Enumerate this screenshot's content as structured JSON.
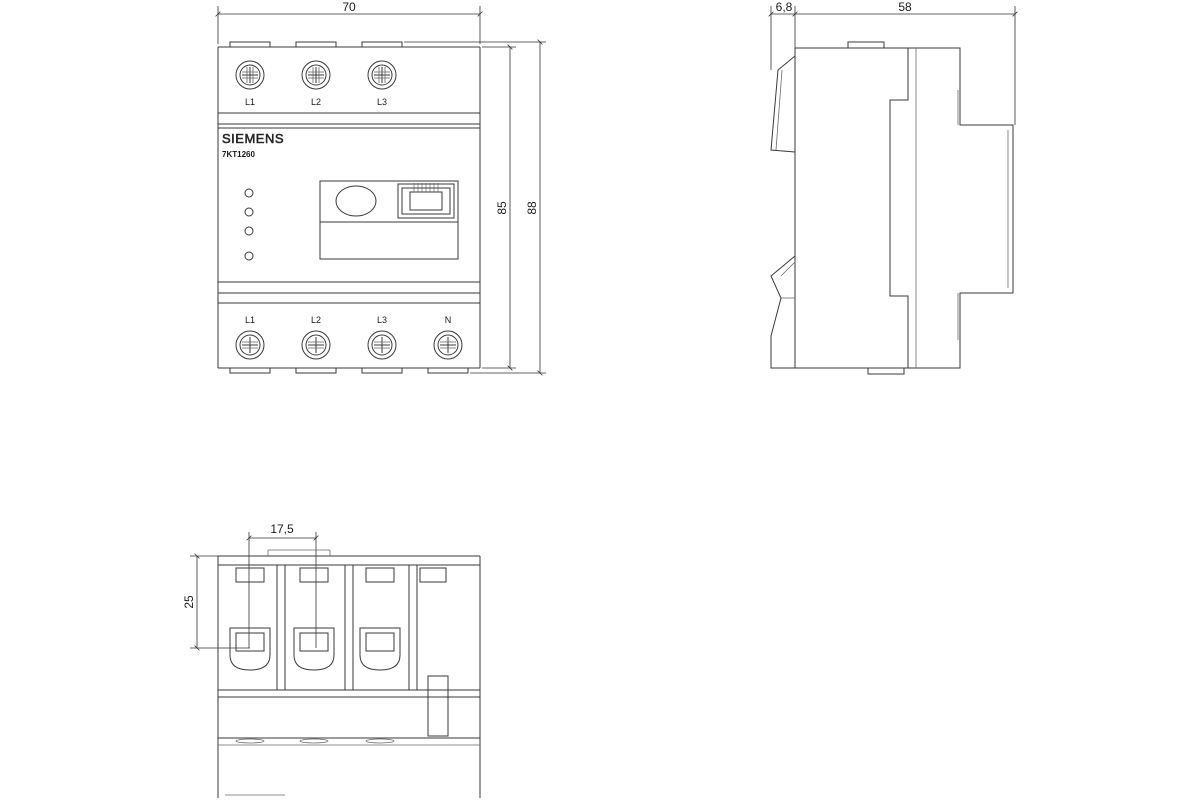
{
  "front_view": {
    "dim_width": "70",
    "dim_height_inner": "85",
    "dim_height_outer": "88",
    "brand": "SIEMENS",
    "model": "7KT1260",
    "top_terminals": [
      "L1",
      "L2",
      "L3"
    ],
    "bottom_terminals": [
      "L1",
      "L2",
      "L3",
      "N"
    ]
  },
  "side_view": {
    "dim_offset": "6,8",
    "dim_depth": "58"
  },
  "bottom_view": {
    "dim_pitch": "17,5",
    "dim_height": "25"
  },
  "colors": {
    "line": "#3a3a3a",
    "background": "#ffffff"
  }
}
